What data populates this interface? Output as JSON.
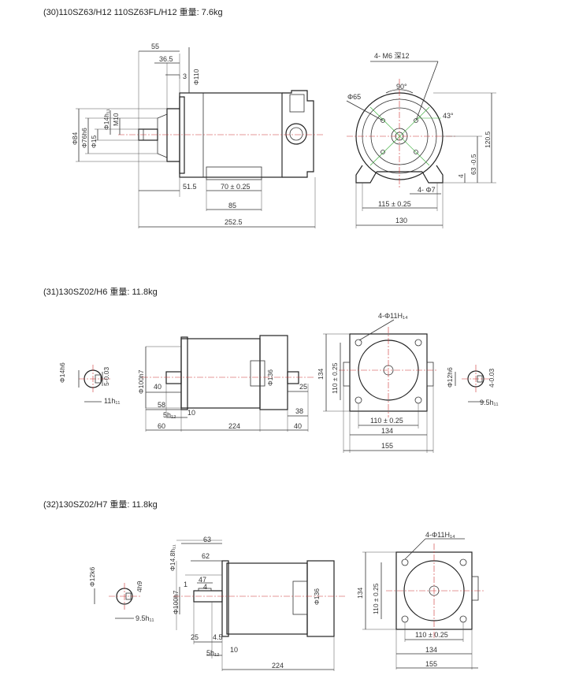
{
  "section30": {
    "title": "(30)110SZ63/H12   110SZ63FL/H12   重量: 7.6kg",
    "side_dims": {
      "d55": "55",
      "d36_5": "36.5",
      "d3": "3",
      "phi110": "Φ110",
      "phi14": "Φ14h₁₁",
      "m10": "M10",
      "phi84": "Φ84",
      "phi76": "Φ76h6",
      "phi15": "Φ15",
      "d51_5": "51.5",
      "d70": "70 ± 0.25",
      "d85": "85",
      "d252_5": "252.5"
    },
    "front_dims": {
      "m6": "4- M6 深12",
      "deg90": "90°",
      "phi65": "Φ65",
      "deg43": "43°",
      "d120_5": "120.5",
      "d63": "63 -0.5",
      "d4": "4",
      "phi7": "4- Φ7",
      "d115": "115 ± 0.25",
      "d130": "130"
    }
  },
  "section31": {
    "title": "(31)130SZ02/H6   重量: 11.8kg",
    "side_dims": {
      "phi14h6": "Φ14h6",
      "d5": "5-0.03",
      "d11": "11h₁₁",
      "phi100": "Φ100h7",
      "d40a": "40",
      "d58": "58",
      "d5h": "5h₁₂",
      "d10": "10",
      "d60": "60",
      "d224": "224",
      "phi136": "Φ136",
      "d25": "25",
      "d38": "38",
      "d40b": "40"
    },
    "front_dims": {
      "phi11": "4-Φ11H₁₄",
      "d134v": "134",
      "d110v": "110 ± 0.25",
      "d110h": "110 ± 0.25",
      "d134h": "134",
      "d155": "155",
      "phi12": "Φ12h6",
      "d4": "4-0.03",
      "d9_5": "9.5h₁₁"
    }
  },
  "section32": {
    "title": "(32)130SZ02/H7   重量: 11.8kg",
    "side_dims": {
      "phi12k6": "Φ12k6",
      "d4h9": "4h9",
      "d9_5": "9.5h₁₁",
      "d63": "63",
      "d62": "62",
      "phi14_8": "Φ14.8h₁₁",
      "d47": "47",
      "d1": "1",
      "d4": "4",
      "phi100": "Φ100h7",
      "phi136": "Φ136",
      "d25": "25",
      "d4_5": "4.5",
      "d5h": "5h₁₂",
      "d10": "10",
      "d224": "224"
    },
    "front_dims": {
      "phi11": "4-Φ11H₁₄",
      "d134v": "134",
      "d110v": "110 ± 0.25",
      "d110h": "110 ± 0.25",
      "d134h": "134",
      "d155": "155"
    }
  }
}
